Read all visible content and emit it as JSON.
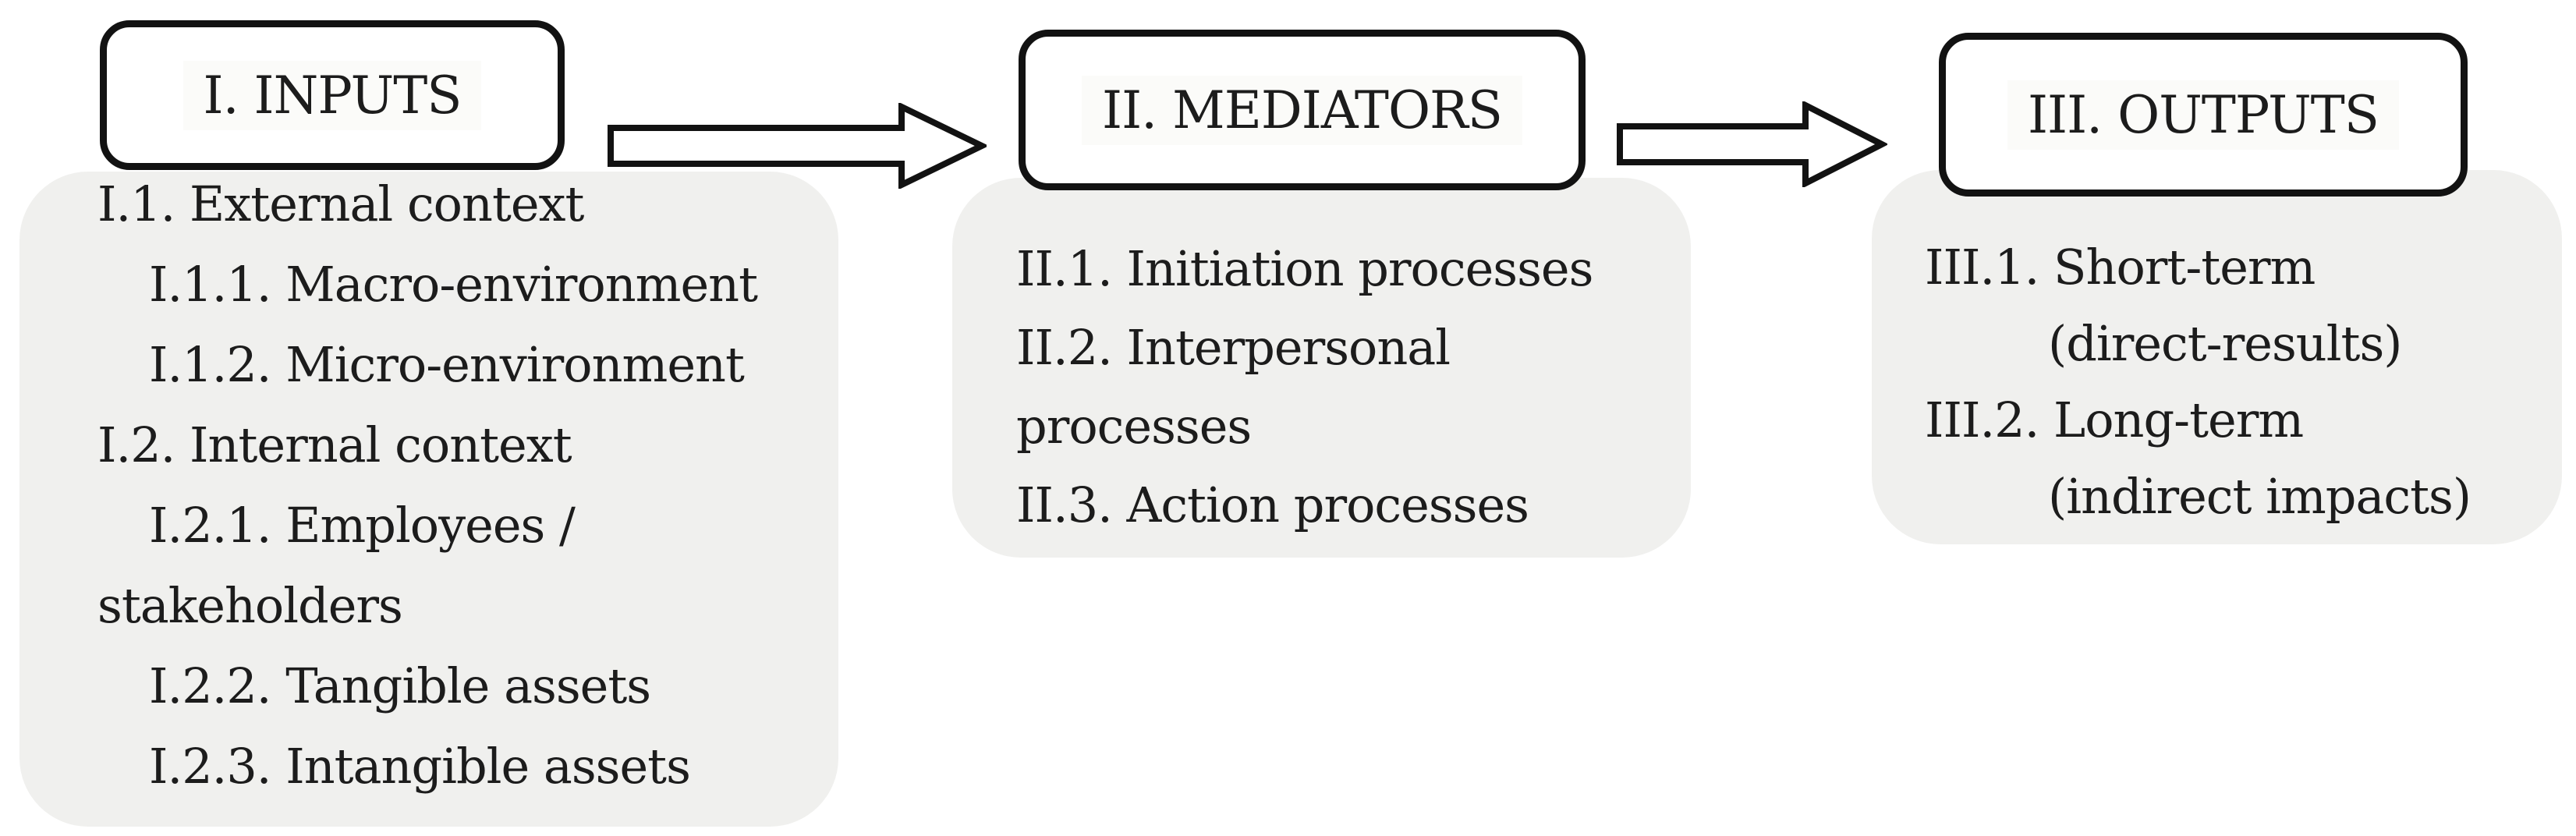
{
  "diagram": {
    "title": "Inputs-Mediators-Outputs flow model",
    "colors": {
      "background": "#ffffff",
      "panel_bg": "#f0f0ee",
      "box_border": "#121212",
      "text": "#1c1c1c"
    },
    "columns": [
      {
        "id": "inputs",
        "title": "I. INPUTS",
        "items": [
          "I.1. External context",
          "I.1.1. Macro-environment",
          "I.1.2. Micro-environment",
          "I.2. Internal context",
          "I.2.1. Employees /",
          "stakeholders",
          "I.2.2. Tangible assets",
          "I.2.3. Intangible assets"
        ]
      },
      {
        "id": "mediators",
        "title": "II. MEDIATORS",
        "items": [
          "II.1. Initiation processes",
          "II.2. Interpersonal",
          "processes",
          "II.3. Action processes"
        ]
      },
      {
        "id": "outputs",
        "title": "III. OUTPUTS",
        "items": [
          "III.1. Short-term",
          "(direct-results)",
          "III.2. Long-term",
          "(indirect impacts)"
        ]
      }
    ],
    "arrows": [
      {
        "id": "arrow-1",
        "from": "inputs",
        "to": "mediators",
        "direction": "right"
      },
      {
        "id": "arrow-2",
        "from": "mediators",
        "to": "outputs",
        "direction": "right"
      }
    ]
  }
}
